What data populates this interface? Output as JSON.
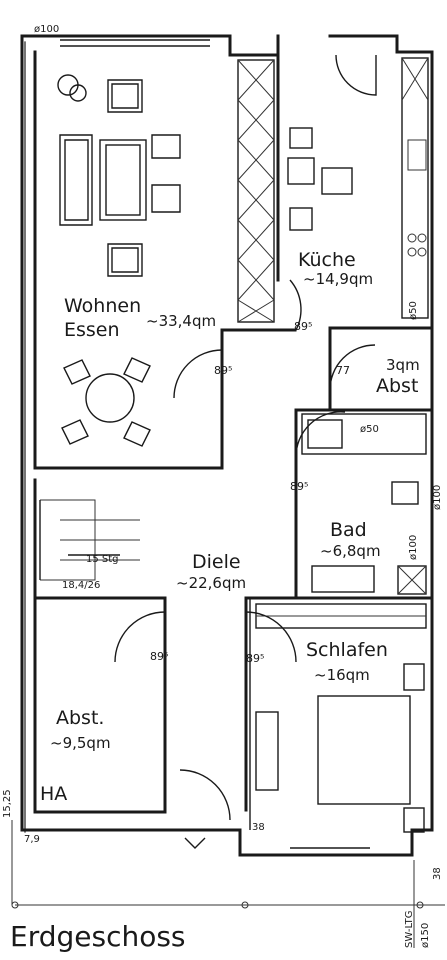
{
  "plan": {
    "title": "Erdgeschoss",
    "rooms": {
      "wohnen": {
        "name_1": "Wohnen",
        "name_2": "Essen",
        "area": "~33,4qm"
      },
      "kueche": {
        "name": "Küche",
        "area": "~14,9qm"
      },
      "abst_small": {
        "area": "3qm",
        "name": "Abst"
      },
      "diele": {
        "name": "Diele",
        "area": "~22,6qm"
      },
      "bad": {
        "name": "Bad",
        "area": "~6,8qm"
      },
      "schlafen": {
        "name": "Schlafen",
        "area": "~16qm"
      },
      "abst_large": {
        "name": "Abst.",
        "area": "~9,5qm"
      },
      "ha": {
        "label": "HA"
      }
    },
    "doors": {
      "wohnen": "89⁵",
      "kueche": "89⁵",
      "abst_small": "77",
      "bad": "89⁵",
      "abst_large": "89⁵",
      "schlafen": "89⁵"
    },
    "stairs": {
      "steps": "15 Stg",
      "dims": "18,4/26"
    },
    "annotations": {
      "top_left": "ø100",
      "bad_bath": "ø50",
      "dim_left": "15,25",
      "dim_bottom_left": "7,9",
      "dim_38_a": "38",
      "dim_38_b": "38",
      "sw_ltg": "SW-LTG",
      "pipe_150": "ø150",
      "pipe_50_a": "ø50",
      "pipe_100_a": "ø100",
      "pipe_100_b": "ø100"
    }
  }
}
